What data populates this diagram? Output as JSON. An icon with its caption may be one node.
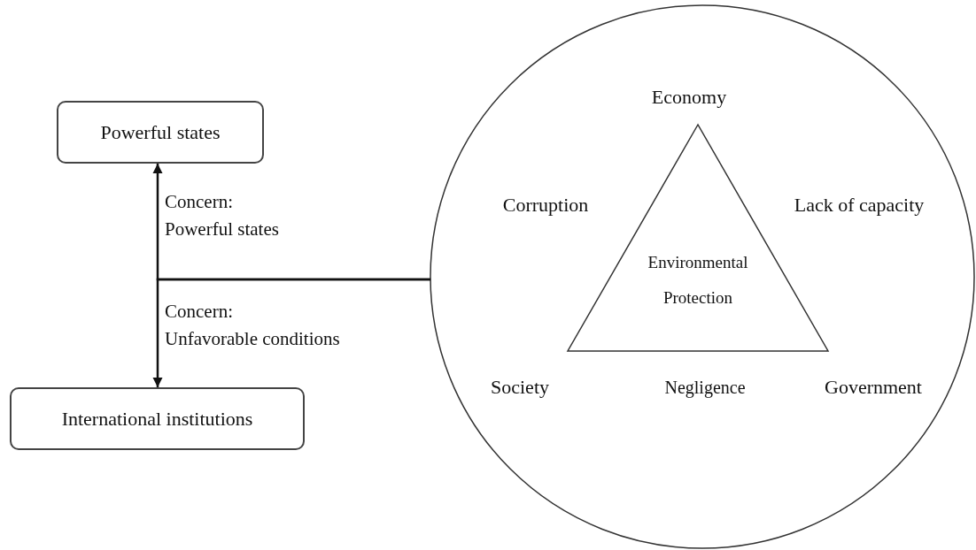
{
  "diagram": {
    "nodes": [
      {
        "text": [
          "Powerful states"
        ]
      },
      {
        "text": [
          "International institutions"
        ]
      },
      {
        "text": [],
        "shape": "circle"
      },
      {
        "text": [
          "Environmental Protection"
        ],
        "in": 2
      }
    ],
    "edges": [
      {
        "from": 2,
        "to": 0,
        "arrow": "to",
        "label": "Concern: Powerful states"
      },
      {
        "from": 2,
        "to": 1,
        "arrow": "to",
        "label": "Concern: Unfavorable conditions"
      }
    ],
    "labels": [
      "Economy",
      "Corruption",
      "Lack of capacity",
      "Society",
      "Negligence",
      "Government"
    ]
  }
}
